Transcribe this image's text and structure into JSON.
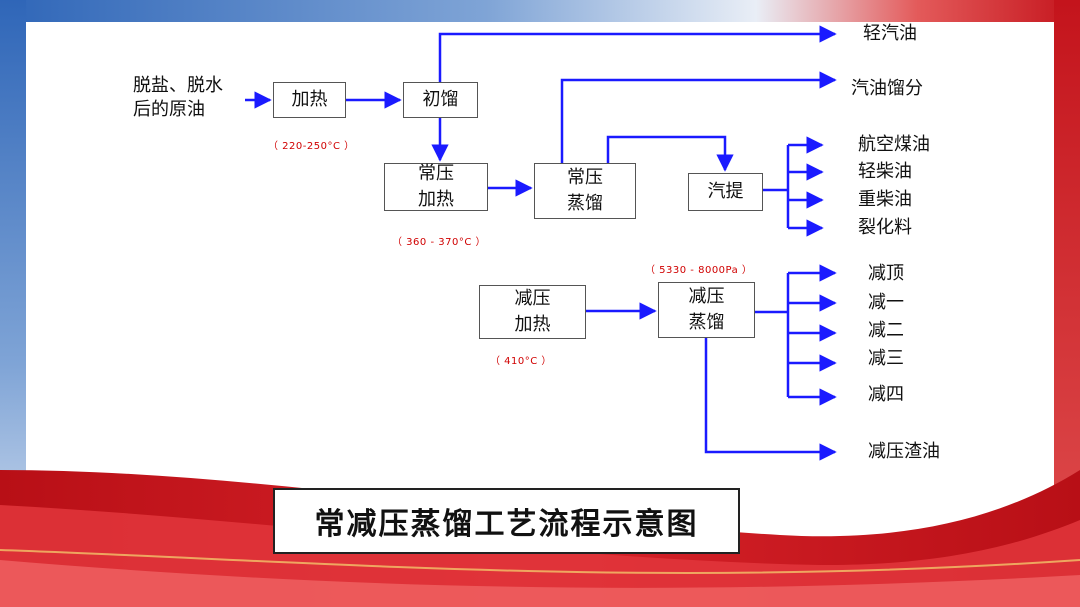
{
  "diagram": {
    "feed": "脱盐、脱水\n后的原油",
    "nodes": {
      "heat": "加热",
      "initial_distill": "初馏",
      "atm_heat": "常压\n加热",
      "atm_distill": "常压\n蒸馏",
      "stripping": "汽提",
      "vac_heat": "减压\n加热",
      "vac_distill": "减压\n蒸馏"
    },
    "conditions": {
      "heat": "（ 220-250°C ）",
      "atm_heat": "（ 360 - 370°C ）",
      "vac_heat": "（ 410°C ）",
      "vac_distill": "（ 5330 - 8000Pa ）"
    },
    "outputs": {
      "light_gasoline": "轻汽油",
      "gasoline_fraction": "汽油馏分",
      "jet_fuel": "航空煤油",
      "light_diesel": "轻柴油",
      "heavy_diesel": "重柴油",
      "cracking_feed": "裂化料",
      "vac_top": "减顶",
      "vac_1": "减一",
      "vac_2": "减二",
      "vac_3": "减三",
      "vac_4": "减四",
      "vac_residue": "减压渣油"
    },
    "title": "常减压蒸馏工艺流程示意图"
  },
  "colors": {
    "arrow": "#1a1aff",
    "condition_text": "#d00000",
    "banner_red": "#c4141c",
    "banner_blue": "#2f66b8"
  }
}
